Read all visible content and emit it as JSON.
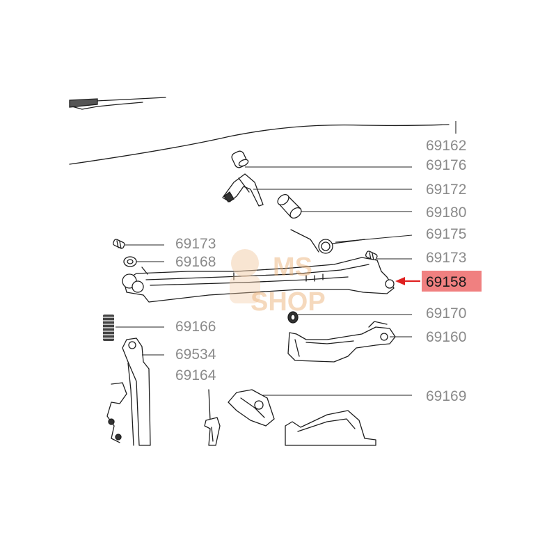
{
  "labels": {
    "l69162": "69162",
    "l69176": "69176",
    "l69172": "69172",
    "l69180": "69180",
    "l69175": "69175",
    "l69173a": "69173",
    "l69173b": "69173",
    "l69168": "69168",
    "l69158": "69158",
    "l69170": "69170",
    "l69160": "69160",
    "l69166": "69166",
    "l69534": "69534",
    "l69164": "69164",
    "l69169": "69169"
  },
  "highlight": {
    "part": "69158",
    "color": "#f08080",
    "arrow_color": "#e02020"
  },
  "watermark": {
    "line1": "MS",
    "line2": "SHOP"
  }
}
